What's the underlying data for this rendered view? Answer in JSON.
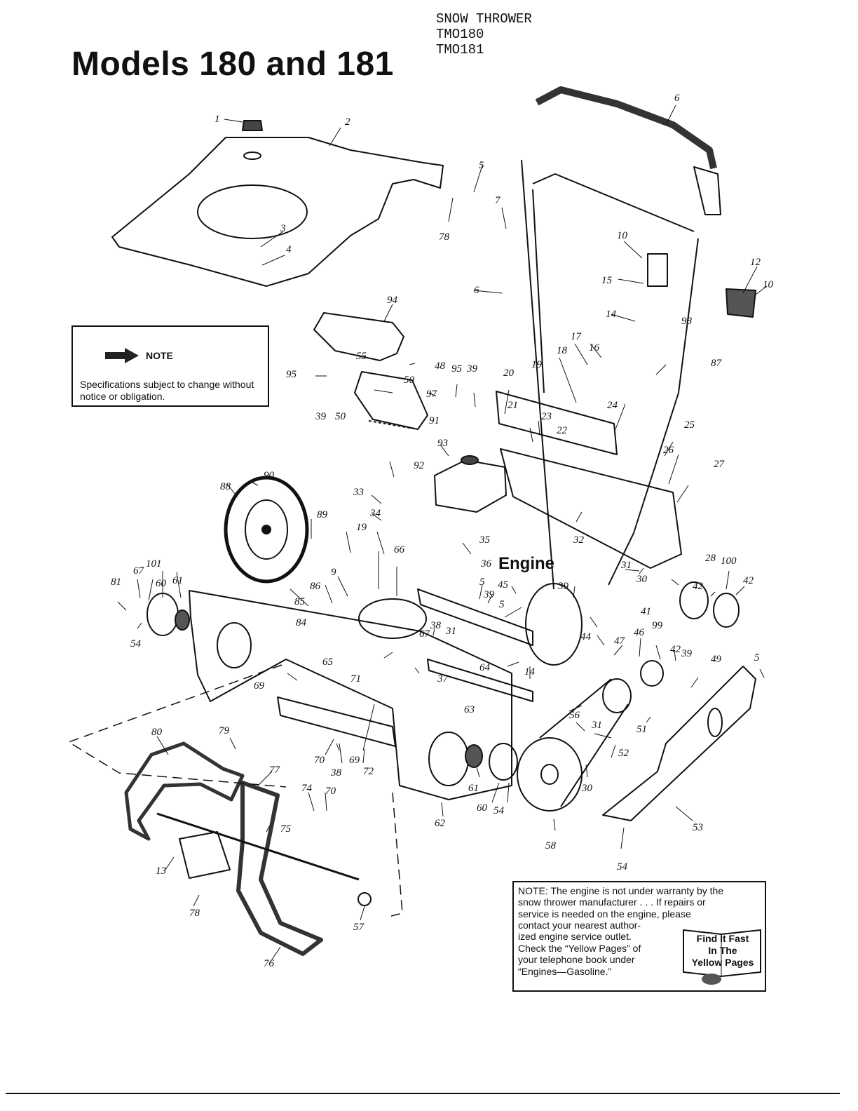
{
  "header": {
    "product": "SNOW THROWER",
    "model_codes": [
      "TMO180",
      "TMO181"
    ],
    "title": "Models 180 and 181"
  },
  "note_box": {
    "label": "NOTE",
    "text": "Specifications subject to change without notice or obligation."
  },
  "engine_label": "Engine",
  "warranty_note": {
    "text_lines": [
      "NOTE: The engine is not under warranty by the",
      "snow thrower manufacturer . . . If repairs or",
      "service is needed on the engine, please",
      "contact your nearest author-",
      "ized engine service outlet.",
      "Check the “Yellow Pages” of",
      "your telephone book under",
      "“Engines—Gasoline.”"
    ],
    "badge_lines": [
      "Find It Fast",
      "In The",
      "Yellow Pages"
    ]
  },
  "callouts": [
    "1",
    "2",
    "3",
    "4",
    "5",
    "78",
    "7",
    "6",
    "10",
    "15",
    "12",
    "10",
    "14",
    "98",
    "6",
    "94",
    "55",
    "48",
    "50",
    "95",
    "39",
    "97",
    "20",
    "19",
    "17",
    "16",
    "18",
    "87",
    "95",
    "39",
    "50",
    "91",
    "21",
    "23",
    "22",
    "24",
    "25",
    "26",
    "27",
    "93",
    "92",
    "90",
    "88",
    "33",
    "34",
    "19",
    "89",
    "35",
    "36",
    "32",
    "28",
    "31",
    "30",
    "81",
    "67",
    "101",
    "60",
    "61",
    "9",
    "86",
    "85",
    "84",
    "66",
    "5",
    "39",
    "45",
    "39",
    "41",
    "42",
    "100",
    "42",
    "54",
    "65",
    "71",
    "38",
    "67",
    "31",
    "37",
    "5",
    "64",
    "14",
    "44",
    "47",
    "46",
    "99",
    "42",
    "39",
    "49",
    "5",
    "69",
    "63",
    "56",
    "51",
    "31",
    "52",
    "80",
    "79",
    "77",
    "70",
    "38",
    "72",
    "69",
    "61",
    "60",
    "54",
    "30",
    "74",
    "70",
    "75",
    "62",
    "58",
    "53",
    "13",
    "78",
    "57",
    "54",
    "76"
  ]
}
